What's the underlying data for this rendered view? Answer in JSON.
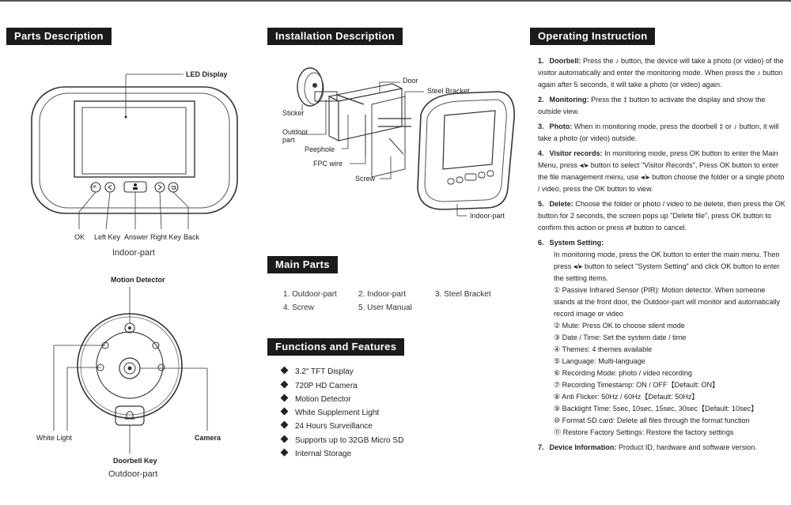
{
  "headers": {
    "parts": "Parts Description",
    "install": "Installation Description",
    "operating": "Operating Instruction",
    "main_parts": "Main Parts",
    "functions": "Functions and Features"
  },
  "parts": {
    "led_display": "LED Display",
    "btn_ok": "OK",
    "btn_left": "Left Key",
    "btn_answer": "Answer",
    "btn_right": "Right Key",
    "btn_back": "Back",
    "indoor_caption": "Indoor-part",
    "motion_detector": "Motion Detector",
    "white_light": "White Light",
    "camera": "Camera",
    "doorbell_key": "Doorbell Key",
    "outdoor_caption": "Outdoor-part",
    "ok_glyph": "OK"
  },
  "install": {
    "door": "Door",
    "steel_bracket": "Steel Bracket",
    "sticker": "Sticker",
    "outdoor_part": "Outdoor part",
    "peephole": "Peephole",
    "fpc_wire": "FPC wire",
    "screw": "Screw",
    "indoor_part": "Indoor-part"
  },
  "main_parts": [
    "1. Outdoor-part",
    "2. Indoor-part",
    "3. Steel Bracket",
    "4. Screw",
    "5. User Manual"
  ],
  "features": [
    "3.2\"  TFT Display",
    "720P HD Camera",
    "Motion Detector",
    "White Supplement Light",
    "24 Hours Surveillance",
    "Supports up to 32GB Micro SD",
    "Internal Storage"
  ],
  "operating": {
    "i1": {
      "n": "1.",
      "t": "Doorbell:",
      "d": "Press the ♪ button, the device will take a photo (or video) of the visitor automatically and enter the monitoring mode. When press the ♪ button again after 5 seconds, it will take a photo (or video) again."
    },
    "i2": {
      "n": "2.",
      "t": "Monitoring:",
      "d": "Press the ‡ button to activate the display and show the outside view."
    },
    "i3": {
      "n": "3.",
      "t": "Photo:",
      "d": "When in monitoring mode, press the doorbell ‡ or ♪ button, it will take a photo (or video) outside."
    },
    "i4": {
      "n": "4.",
      "t": "Visitor records:",
      "d": "In monitoring mode, press OK button to enter the Main Menu, press ◂/▸ button to select \"Visitor Records\", Press OK button to enter the file management menu, use ◂/▸ button choose the folder or a single photo / video, press the OK button to view."
    },
    "i5": {
      "n": "5.",
      "t": "Delete:",
      "d": "Choose the folder or photo / video to be delete, then press the OK button for 2 seconds, the screen pops up \"Delete file\", press OK button to confirm this action or press ⇄ button to cancel."
    },
    "i6": {
      "n": "6.",
      "t": "System Setting:",
      "d": "In monitoring mode, press the OK button to enter the main menu. Then press ◂/▸ button to select \"System Setting\" and click OK button to enter the setting items."
    },
    "s1": "① Passive Infrared Sensor (PIR): Motion detector. When someone stands at the front door, the Outdoor-part will monitor and automatically record image or video",
    "s2": "② Mute: Press OK to choose silent mode",
    "s3": "③ Date / Time: Set the system date / time",
    "s4": "④ Themes: 4 themes available",
    "s5": "⑤ Language: Multi-language",
    "s6": "⑥ Recording Mode: photo / video recording",
    "s7": "⑦ Recording Timestamp: ON / OFF【Default: ON】",
    "s8": "⑧ Anti Flicker: 50Hz / 60Hz【Default: 50Hz】",
    "s9": "⑨ Backlight Time: 5sec, 10sec, 15sec, 30sec【Default: 10sec】",
    "s10": "⑩ Format SD card: Delete all files through the format function",
    "s11": "⑪ Restore Factory Settings: Restore the factory settings",
    "i7": {
      "n": "7.",
      "t": "Device Information:",
      "d": "Product ID, hardware and software version."
    }
  }
}
